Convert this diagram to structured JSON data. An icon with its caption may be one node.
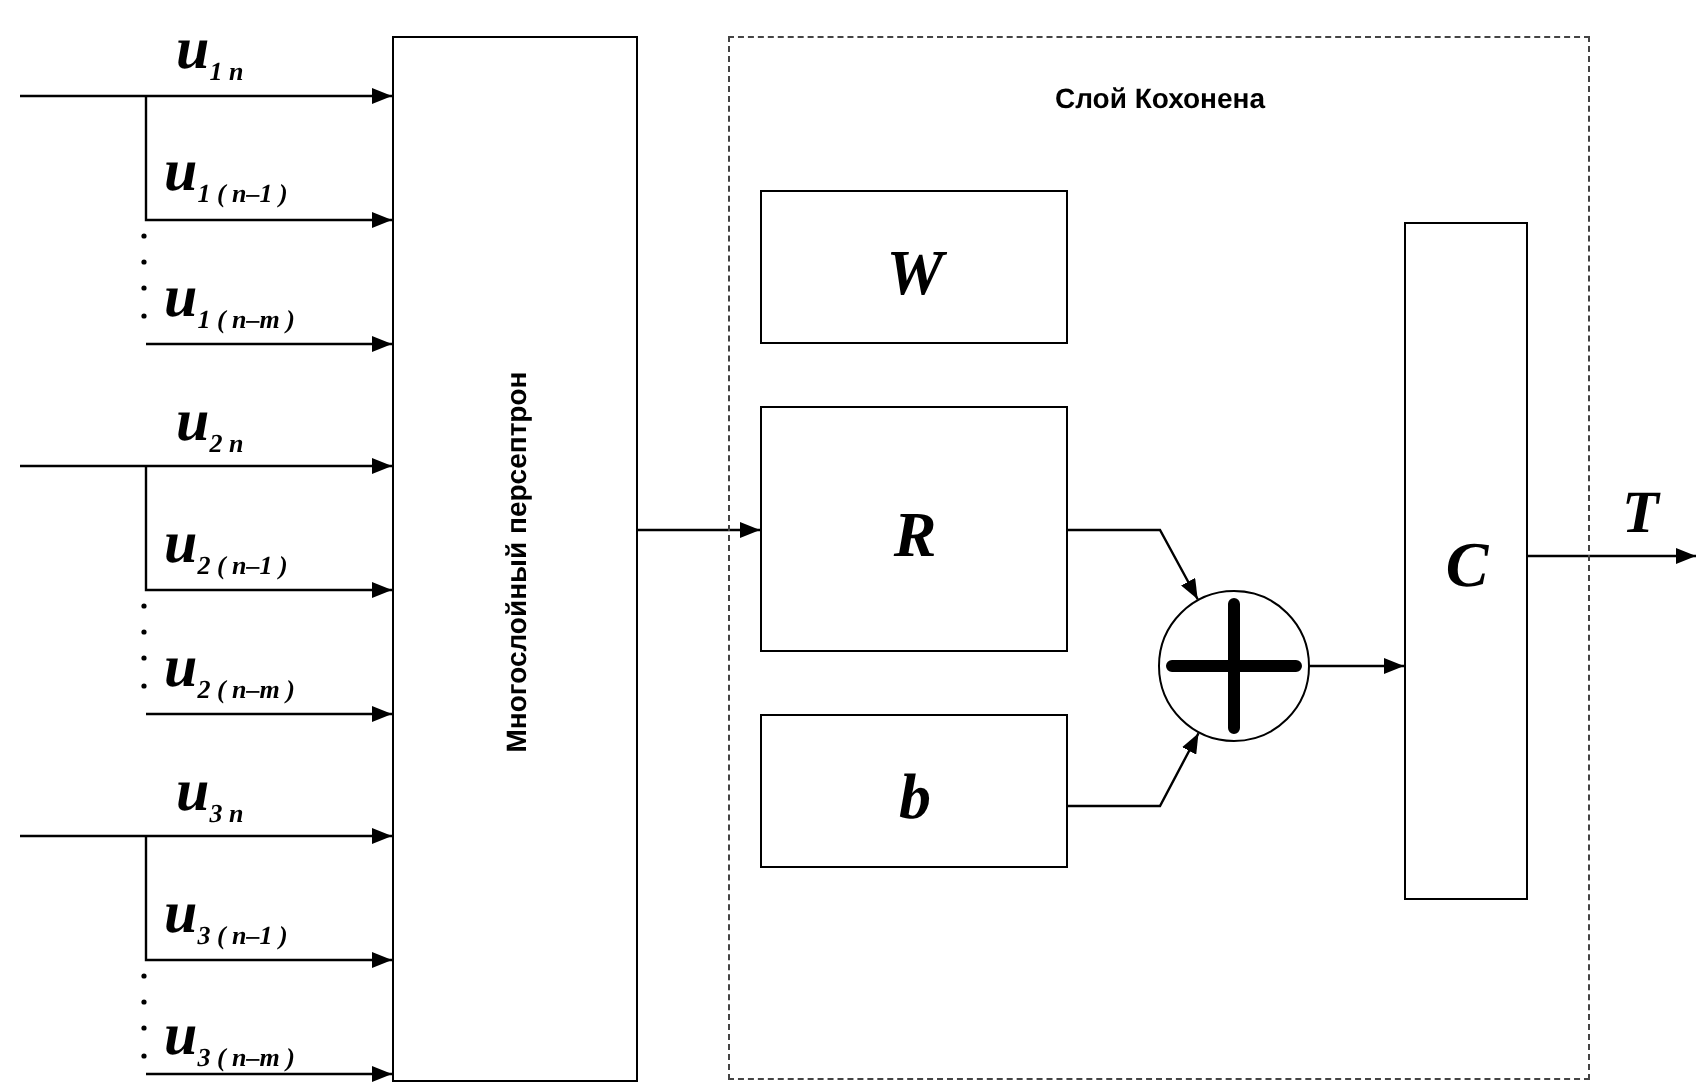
{
  "diagram": {
    "nodes": [
      {
        "text": [
          "Многослойный персептрон"
        ]
      },
      {
        "text": [
          "Слой Кохонена"
        ]
      },
      {
        "text": [
          "W"
        ],
        "in": 1
      },
      {
        "text": [
          "R"
        ],
        "in": 1
      },
      {
        "text": [
          "b"
        ],
        "in": 1
      },
      {
        "text": [],
        "shape": "circle",
        "in": 1
      },
      {
        "text": [
          "C"
        ],
        "in": 1
      }
    ],
    "edges": [
      {
        "from": null,
        "to": 0,
        "arrow": "to",
        "label": "u$_{1 n}$"
      },
      {
        "from": null,
        "to": 0,
        "arrow": "to",
        "label": "u$_{1 ( n–1 )}$"
      },
      {
        "from": null,
        "to": 0,
        "arrow": "to",
        "label": "u$_{1 ( n–m )}$"
      },
      {
        "from": null,
        "to": 0,
        "arrow": "to",
        "label": "u$_{2 n}$"
      },
      {
        "from": null,
        "to": 0,
        "arrow": "to",
        "label": "u$_{2 ( n–1 )}$"
      },
      {
        "from": null,
        "to": 0,
        "arrow": "to",
        "label": "u$_{2 ( n–m )}$"
      },
      {
        "from": null,
        "to": 0,
        "arrow": "to",
        "label": "u$_{3 n}$"
      },
      {
        "from": null,
        "to": 0,
        "arrow": "to",
        "label": "u$_{3 ( n–1 )}$"
      },
      {
        "from": null,
        "to": 0,
        "arrow": "to",
        "label": "u$_{3 ( n–m )}$"
      },
      {
        "from": 0,
        "to": 3,
        "arrow": "to"
      },
      {
        "from": 3,
        "to": 5,
        "arrow": "to"
      },
      {
        "from": 4,
        "to": 5,
        "arrow": "to"
      },
      {
        "from": 5,
        "to": 6,
        "arrow": "to"
      },
      {
        "from": 6,
        "to": null,
        "arrow": "to",
        "label": "T"
      }
    ]
  }
}
